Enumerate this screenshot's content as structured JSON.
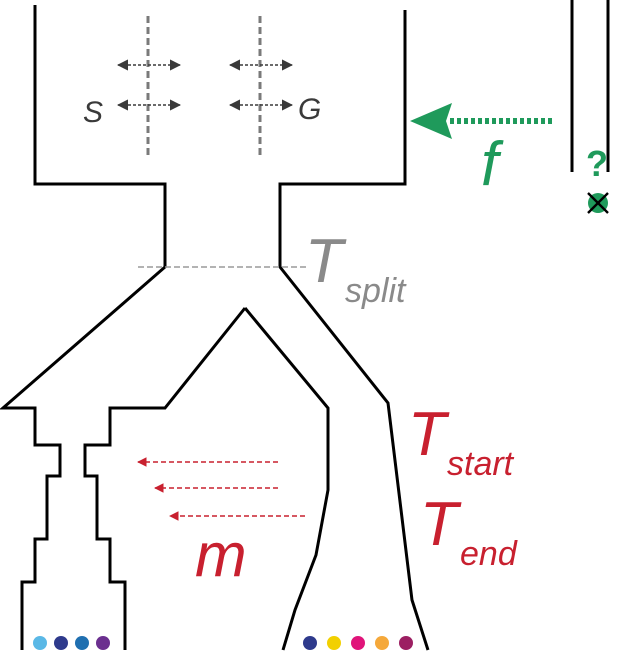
{
  "labels": {
    "population_s": "S",
    "population_g": "G",
    "split_time_T": "T",
    "split_time_sub": "split",
    "start_time_T": "T",
    "start_time_sub": "start",
    "end_time_T": "T",
    "end_time_sub": "end",
    "migration": "m",
    "gene_flow": "f",
    "unknown_source": "?"
  },
  "colors": {
    "outline": "#000000",
    "population_labels": "#3a3a3a",
    "split_time": "#8a8a8a",
    "time_labels": "#c8202f",
    "migration": "#c8202f",
    "gene_flow": "#1f9a5b",
    "unknown_source": "#1f9a5b"
  },
  "samples": {
    "left": [
      "#5ab8e6",
      "#2e3a8c",
      "#1f6fb0",
      "#6b2f8f"
    ],
    "right": [
      "#2e3a8c",
      "#f2d000",
      "#e0147a",
      "#f5a83a",
      "#9c1f62"
    ]
  },
  "icons": {
    "dispersal": "bidirectional-arrow-icon",
    "gene_flow": "dotted-arrow-icon",
    "ghost_source": "crossed-circle-icon"
  }
}
